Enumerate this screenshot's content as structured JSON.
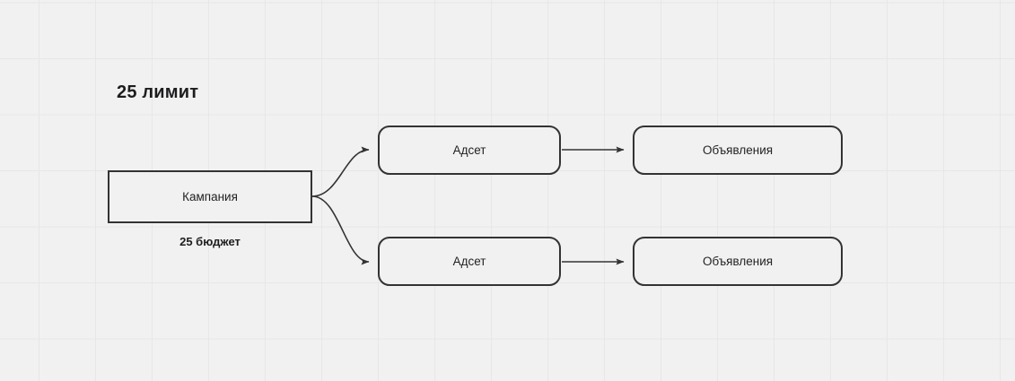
{
  "diagram": {
    "title": "25 лимит",
    "budget_label": "25 бюджет",
    "background_color": "#f1f1f1",
    "grid_color": "#e7e7e7",
    "node_border_color": "#333333",
    "edge_color": "#333333",
    "nodes": [
      {
        "id": "campaign",
        "label": "Кампания",
        "shape": "rectangle"
      },
      {
        "id": "adset-top",
        "label": "Адсет",
        "shape": "rounded-rectangle"
      },
      {
        "id": "adset-bot",
        "label": "Адсет",
        "shape": "rounded-rectangle"
      },
      {
        "id": "ads-top",
        "label": "Объявления",
        "shape": "rounded-rectangle"
      },
      {
        "id": "ads-bot",
        "label": "Объявления",
        "shape": "rounded-rectangle"
      }
    ],
    "edges": [
      {
        "from": "campaign",
        "to": "adset-top",
        "style": "curved",
        "arrow": true
      },
      {
        "from": "campaign",
        "to": "adset-bot",
        "style": "curved",
        "arrow": true
      },
      {
        "from": "adset-top",
        "to": "ads-top",
        "style": "straight",
        "arrow": true
      },
      {
        "from": "adset-bot",
        "to": "ads-bot",
        "style": "straight",
        "arrow": true
      }
    ]
  }
}
